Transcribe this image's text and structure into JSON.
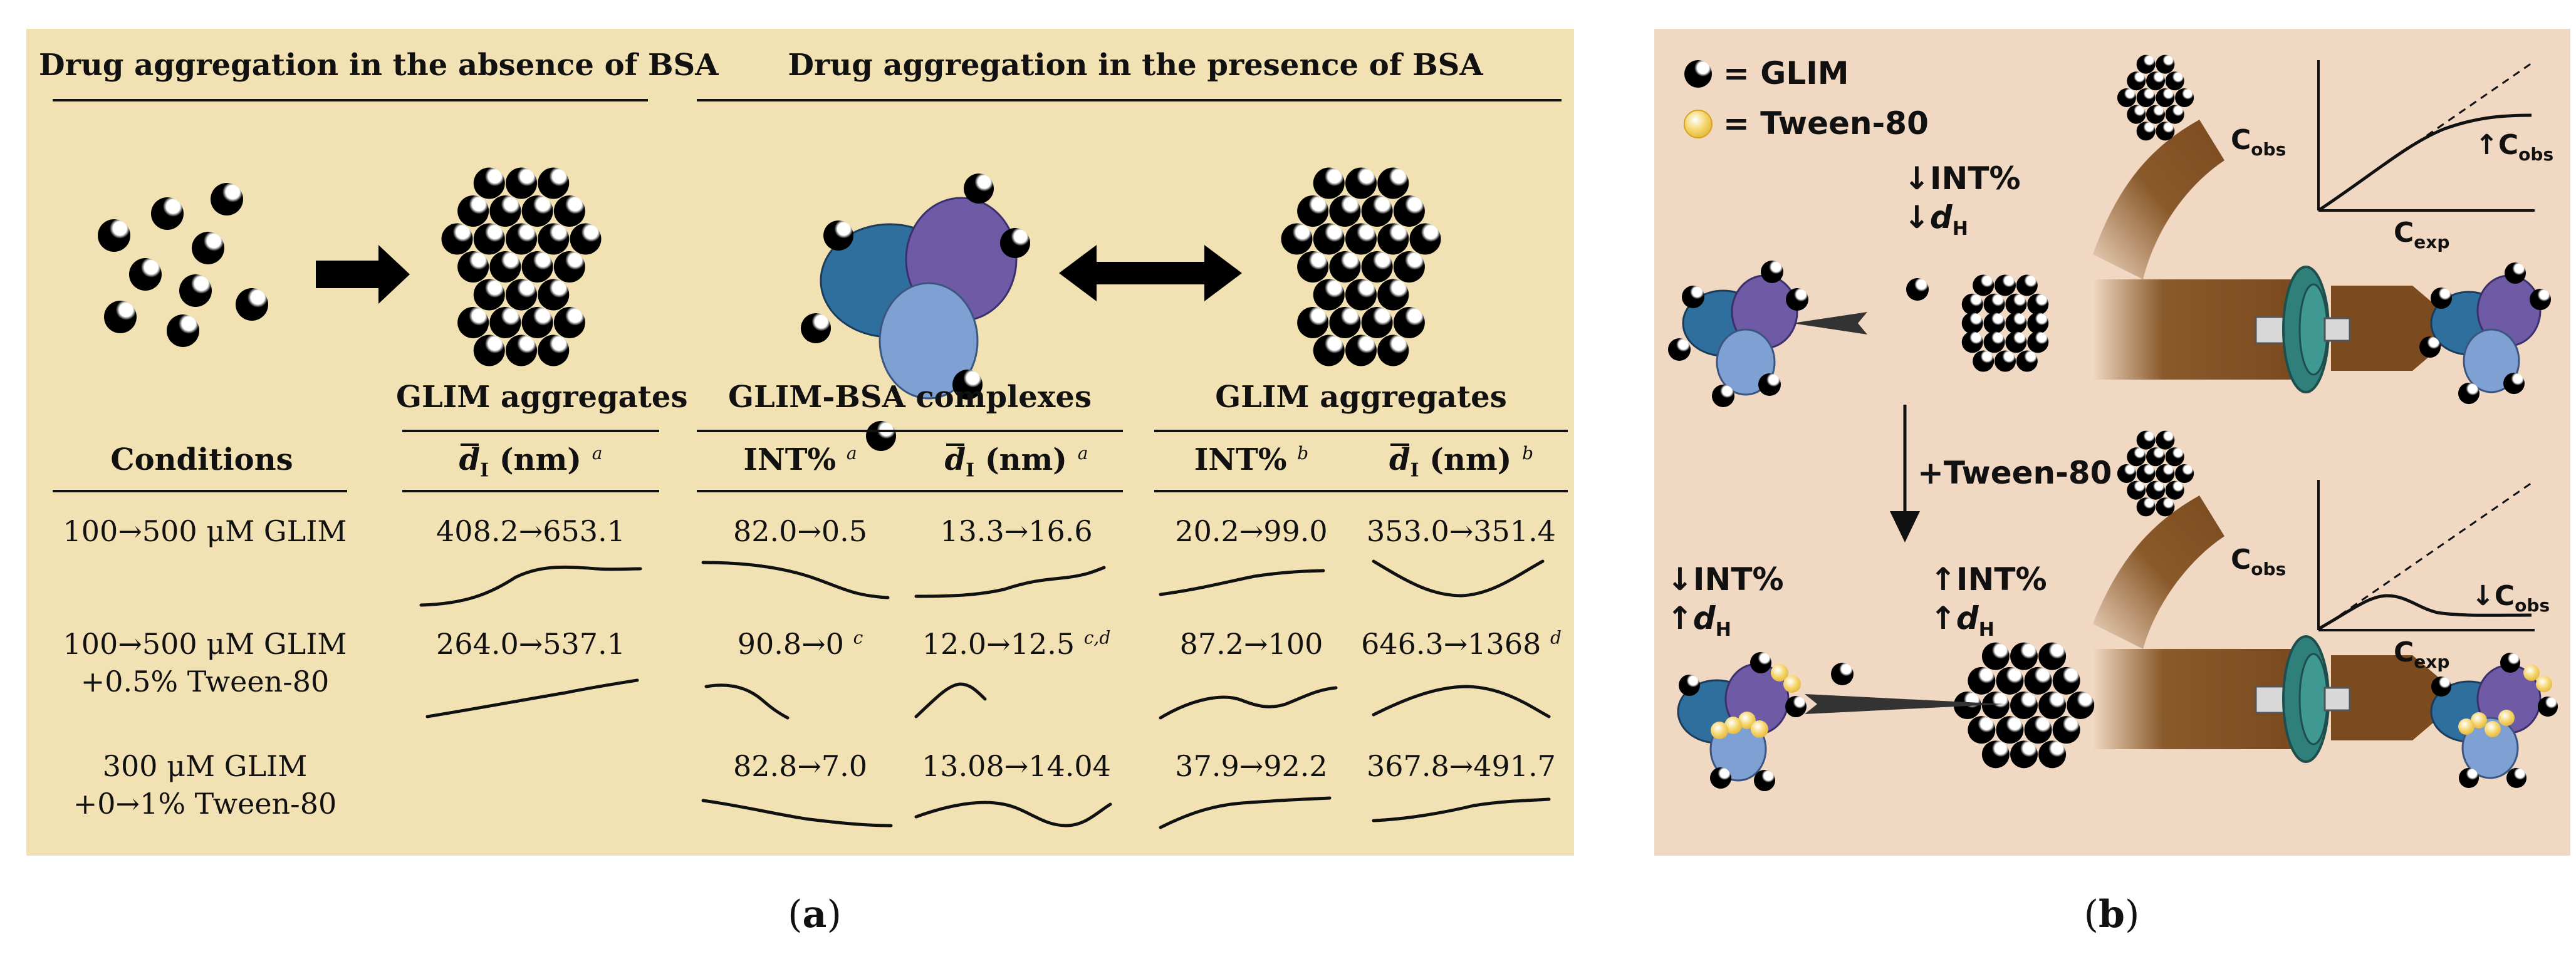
{
  "panel_a": {
    "title_left": "Drug aggregation in the absence of BSA",
    "title_right": "Drug aggregation in the presence of BSA",
    "group_glim_aggregates": "GLIM aggregates",
    "group_complexes": "GLIM-BSA complexes",
    "group_glim_aggregates_2": "GLIM aggregates",
    "col_conditions": "Conditions",
    "col_d": "d",
    "col_d_sub": "I",
    "col_nm": " (nm) ",
    "col_int": "INT% ",
    "sup_a": "a",
    "sup_b": "b",
    "rows": [
      {
        "cond1": "100→500 μM GLIM",
        "cond2": "",
        "v1": "408.2→653.1",
        "v1_sup": "",
        "v2": "82.0→0.5",
        "v2_sup": "",
        "v3": "13.3→16.6",
        "v3_sup": "",
        "v4": "20.2→99.0",
        "v4_sup": "",
        "v5": "353.0→351.4",
        "v5_sup": ""
      },
      {
        "cond1": "100→500 μM GLIM",
        "cond2": "+0.5% Tween-80",
        "v1": "264.0→537.1",
        "v1_sup": "",
        "v2": "90.8→0 ",
        "v2_sup": "c",
        "v3": "12.0→12.5 ",
        "v3_sup": "c,d",
        "v4": "87.2→100",
        "v4_sup": "",
        "v5": "646.3→1368 ",
        "v5_sup": "d"
      },
      {
        "cond1": "300 μM GLIM",
        "cond2": "+0→1% Tween-80",
        "v1": "",
        "v1_sup": "",
        "v2": "82.8→7.0",
        "v2_sup": "",
        "v3": "13.08→14.04",
        "v3_sup": "",
        "v4": "37.9→92.2",
        "v4_sup": "",
        "v5": "367.8→491.7",
        "v5_sup": ""
      }
    ],
    "caption": "(a)",
    "caption_letter": "a"
  },
  "panel_b": {
    "legend_glim": "= GLIM",
    "legend_tween": "= Tween-80",
    "top_int": "↓INT%",
    "top_dh": "↓",
    "d_letter": "d",
    "d_sub": "H",
    "arrow_label": "+Tween-80",
    "bottom_left_int": "↓INT%",
    "bottom_left_dh": "↑",
    "bottom_mid_int": "↑INT%",
    "bottom_mid_dh": "↑",
    "graph1_y": "C",
    "graph1_y_sub": "obs",
    "graph1_x": "C",
    "graph1_x_sub": "exp",
    "graph1_annot": "↑C",
    "graph1_annot_sub": "obs",
    "graph2_y": "C",
    "graph2_y_sub": "obs",
    "graph2_x": "C",
    "graph2_x_sub": "exp",
    "graph2_annot": "↓C",
    "graph2_annot_sub": "obs",
    "caption": "(b)",
    "caption_letter": "b"
  },
  "colors": {
    "panel_a_bg": "#f2e1b3",
    "panel_b_bg": "#f0d8c2",
    "bsa_dark": "#2e6f9e",
    "bsa_purple": "#6f5aa6",
    "bsa_light": "#7fa0d2",
    "brown": "#8a5a2b",
    "filter_green": "#2f7f7a",
    "tween_yellow": "#f5d66e"
  }
}
